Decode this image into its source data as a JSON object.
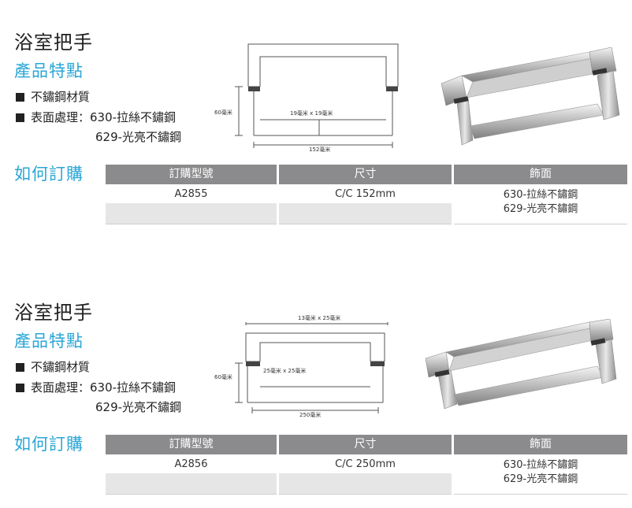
{
  "sections": [
    {
      "title": "浴室把手",
      "features_title": "產品特點",
      "features": {
        "material": "不鏽鋼材質",
        "surface_label": "表面處理：",
        "surface_1": "630-拉絲不鏽鋼",
        "surface_2": "629-光亮不鏽鋼"
      },
      "diagram": {
        "height_label": "60毫米",
        "bar_label": "19毫米 x 19毫米",
        "cc_label": "152毫米"
      },
      "order_title": "如何訂購",
      "table": {
        "headers": [
          "訂購型號",
          "尺寸",
          "飾面"
        ],
        "model": "A2855",
        "size": "C/C 152mm",
        "finish_1": "630-拉絲不鏽鋼",
        "finish_2": "629-光亮不鏽鋼"
      }
    },
    {
      "title": "浴室把手",
      "features_title": "產品特點",
      "features": {
        "material": "不鏽鋼材質",
        "surface_label": "表面處理：",
        "surface_1": "630-拉絲不鏽鋼",
        "surface_2": "629-光亮不鏽鋼"
      },
      "diagram": {
        "top_label": "13毫米 x 25毫米",
        "height_label": "60毫米",
        "bar_label": "25毫米 x 25毫米",
        "cc_label": "250毫米"
      },
      "order_title": "如何訂購",
      "table": {
        "headers": [
          "訂購型號",
          "尺寸",
          "飾面"
        ],
        "model": "A2856",
        "size": "C/C 250mm",
        "finish_1": "630-拉絲不鏽鋼",
        "finish_2": "629-光亮不鏽鋼"
      }
    }
  ]
}
